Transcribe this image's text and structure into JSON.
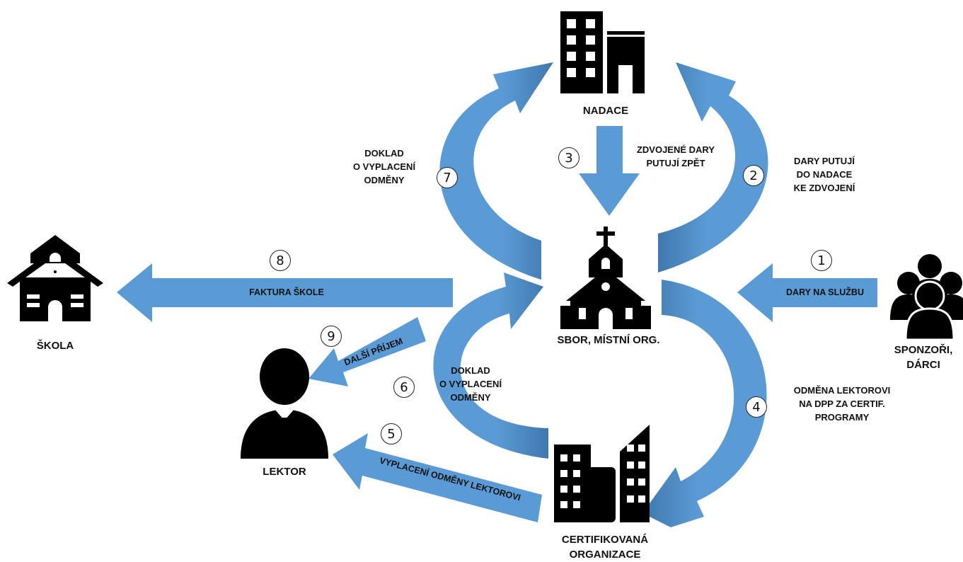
{
  "colors": {
    "arrow": "#5b9bd5",
    "arrow_dark": "#4a86bd",
    "icon": "#000000"
  },
  "nodes": {
    "nadace": {
      "label": "NADACE",
      "icon": "foundation-building-icon"
    },
    "sbor": {
      "label": "SBOR, MÍSTNÍ ORG.",
      "icon": "church-icon"
    },
    "skola": {
      "label": "ŠKOLA",
      "icon": "school-icon"
    },
    "lektor": {
      "label": "LEKTOR",
      "icon": "person-icon"
    },
    "sponzori": {
      "line1": "SPONZOŘI,",
      "line2": "DÁRCI",
      "icon": "group-of-people-icon"
    },
    "certifikovana": {
      "line1": "CERTIFIKOVANÁ",
      "line2": "ORGANIZACE",
      "icon": "office-buildings-icon"
    }
  },
  "steps": [
    {
      "number": "1",
      "label": "DARY NA SLUŽBU"
    },
    {
      "number": "2",
      "lines": [
        "DARY PUTUJÍ",
        "DO NADACE",
        "KE ZDVOJENÍ"
      ]
    },
    {
      "number": "3",
      "lines": [
        "ZDVOJENÉ DARY",
        "PUTUJÍ ZPĚT"
      ]
    },
    {
      "number": "4",
      "lines": [
        "ODMĚNA LEKTOROVI",
        "NA DPP ZA CERTIF.",
        "PROGRAMY"
      ]
    },
    {
      "number": "5",
      "label": "VYPLACENÍ ODMĚNY LEKTOROVI"
    },
    {
      "number": "6",
      "lines": [
        "DOKLAD",
        "O VYPLACENÍ",
        "ODMĚNY"
      ]
    },
    {
      "number": "7",
      "lines": [
        "DOKLAD",
        "O VYPLACENÍ",
        "ODMĚNY"
      ]
    },
    {
      "number": "8",
      "label": "FAKTURA ŠKOLE"
    },
    {
      "number": "9",
      "label": "DALŠÍ PŘÍJEM"
    }
  ]
}
